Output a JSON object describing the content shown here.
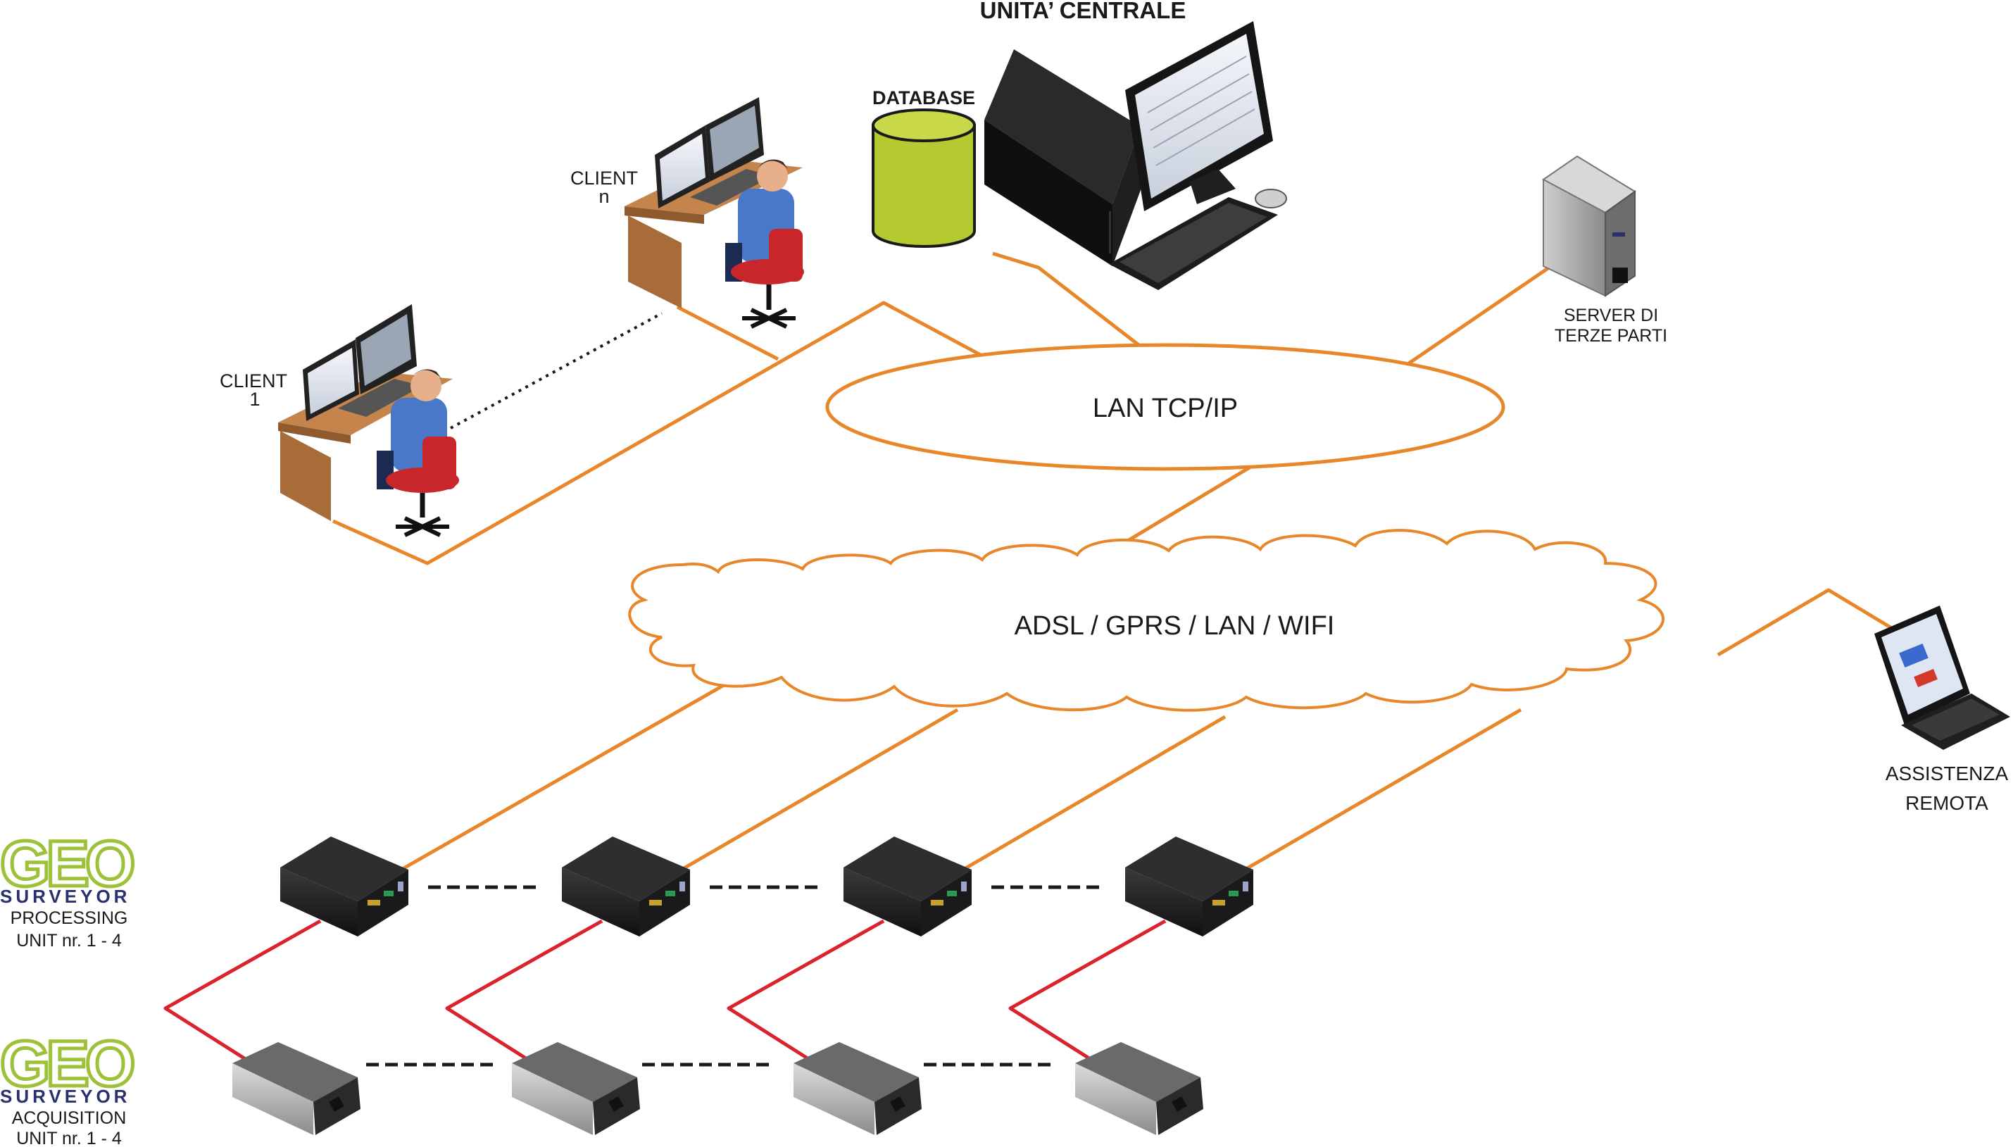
{
  "labels": {
    "central_unit": "UNITA’ CENTRALE",
    "database": "DATABASE",
    "client_1": [
      "CLIENT",
      "1"
    ],
    "client_n": [
      "CLIENT",
      "n"
    ],
    "third_party_server": [
      "SERVER DI",
      "TERZE PARTI"
    ],
    "lan": "LAN TCP/IP",
    "wan": "ADSL / GPRS / LAN / WIFI",
    "remote_assistance": [
      "ASSISTENZA",
      "REMOTA"
    ],
    "processing_unit": [
      "PROCESSING",
      "UNIT nr. 1 - 4"
    ],
    "acquisition_unit": [
      "ACQUISITION",
      "UNIT nr. 1 - 4"
    ]
  },
  "logo": {
    "geo": "GEO",
    "surveyor": "SURVEYOR"
  },
  "colors": {
    "network_line": "#e8862a",
    "field_line": "#d9232d",
    "database_fill": "#b5c930",
    "logo_green": "#9cc23a",
    "logo_navy": "#2a2f6e"
  }
}
